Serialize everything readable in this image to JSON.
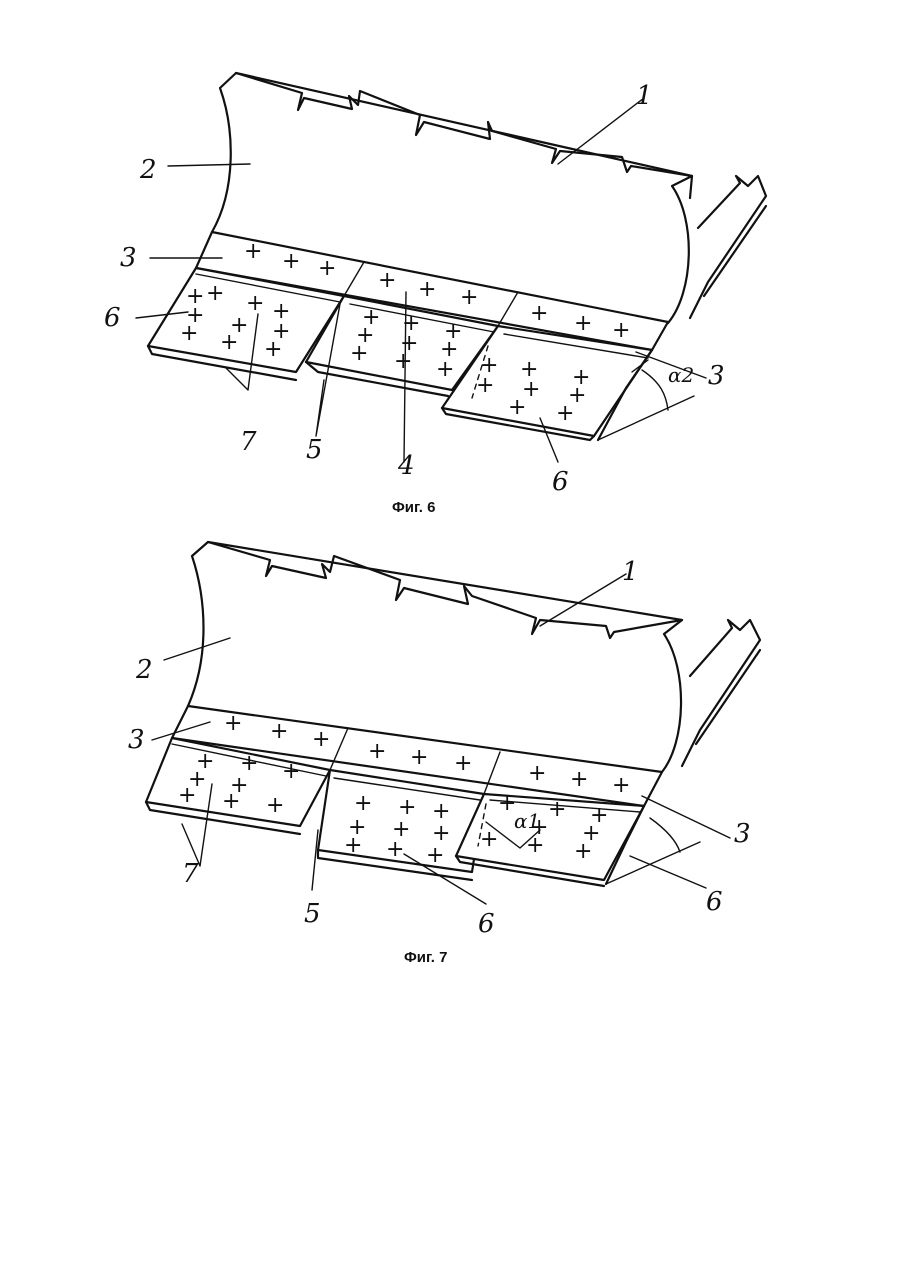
{
  "figure6": {
    "caption": "Фиг. 6",
    "labels": {
      "l1": "1",
      "l2": "2",
      "l3": "3",
      "l6": "6",
      "l3b": "3",
      "l7": "7",
      "l5": "5",
      "l4": "4",
      "l6b": "6",
      "alpha": "α2"
    }
  },
  "figure7": {
    "caption": "Фиг. 7",
    "labels": {
      "l1": "1",
      "l2": "2",
      "l3": "3",
      "l3b": "3",
      "l7": "7",
      "l5": "5",
      "l6": "6",
      "l6b": "6",
      "alpha": "α1"
    }
  },
  "plus_symbol": "+"
}
